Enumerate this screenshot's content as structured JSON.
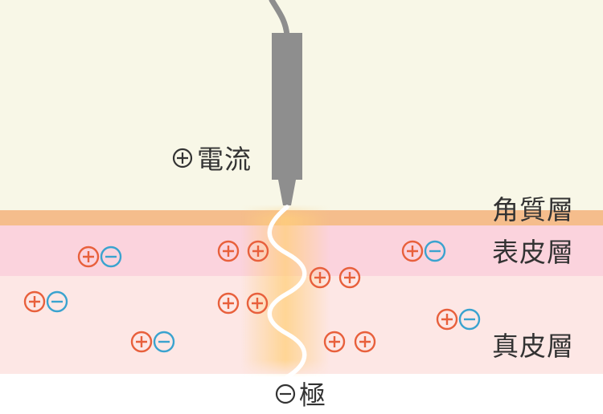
{
  "diagram": {
    "current_label": "⊕電流",
    "pole_label": "⊖極",
    "layers": [
      {
        "label": "角質層",
        "color": "#f5bd8c"
      },
      {
        "label": "表皮層",
        "color": "#fbd3dd"
      },
      {
        "label": "真皮層",
        "color": "#fde7e5"
      }
    ],
    "colors": {
      "background": "#f8f7e7",
      "probe": "#8e8e8e",
      "positive": "#e8603c",
      "negative": "#3aa3cf",
      "current": "#ffffff",
      "glow": "#ffcf7a"
    },
    "charges": [
      {
        "type": "pair"
      },
      {
        "type": "positive"
      },
      {
        "type": "positive"
      },
      {
        "type": "pair"
      },
      {
        "type": "positive"
      },
      {
        "type": "positive"
      },
      {
        "type": "pair"
      },
      {
        "type": "positive"
      },
      {
        "type": "positive"
      },
      {
        "type": "pair"
      },
      {
        "type": "pair"
      },
      {
        "type": "positive"
      },
      {
        "type": "positive"
      }
    ]
  }
}
